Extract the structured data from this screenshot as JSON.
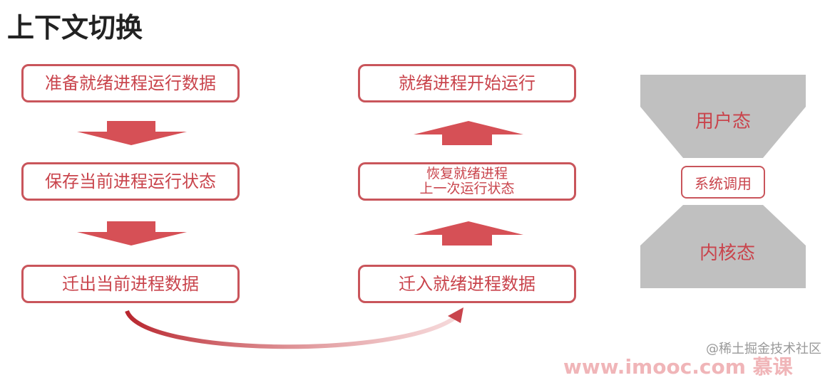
{
  "title": "上下文切换",
  "left": [
    "准备就绪进程运行数据",
    "保存当前进程运行状态",
    "迁出当前进程数据"
  ],
  "middle": {
    "top": "就绪进程开始运行",
    "mid_line1": "恢复就绪进程",
    "mid_line2": "上一次运行状态",
    "bottom": "迁入就绪进程数据"
  },
  "right": {
    "user_mode": "用户态",
    "syscall": "系统调用",
    "kernel_mode": "内核态"
  },
  "colors": {
    "accent": "#c9444c",
    "arrow": "#d65056",
    "gray": "#c0c0c0"
  },
  "watermark": "@稀土掘金技术社区",
  "watermark2": "www.imooc.com 慕课"
}
